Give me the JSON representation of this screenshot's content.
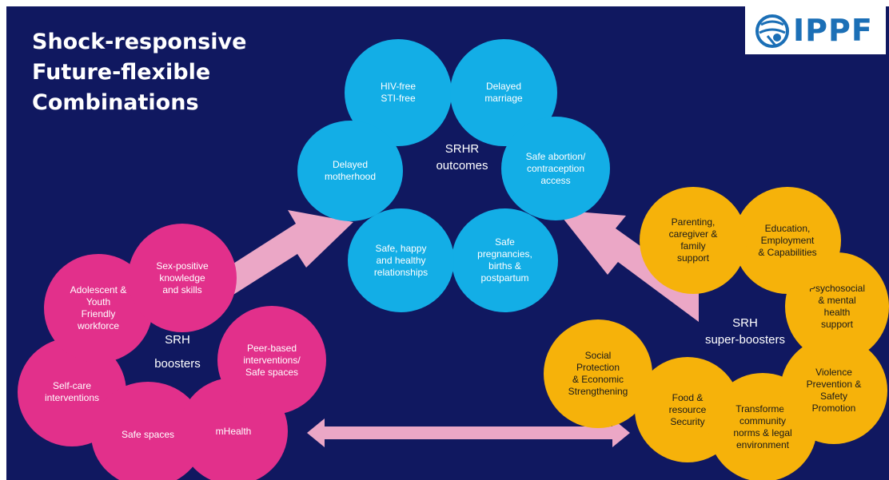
{
  "title": {
    "line1": "Shock-responsive",
    "line2": "Future-flexible",
    "line3": "Combinations"
  },
  "logo": {
    "text": "IPPF"
  },
  "center": {
    "label_line1": "SRHR",
    "label_line2": "outcomes",
    "outcomes": [
      [
        "HIV-free",
        "STI-free"
      ],
      [
        "Delayed",
        "marriage"
      ],
      [
        "Safe abortion/",
        "contraception",
        "access"
      ],
      [
        "Safe",
        "pregnancies,",
        "births &",
        "postpartum"
      ],
      [
        "Safe, happy",
        "and healthy",
        "relationships"
      ],
      [
        "Delayed",
        "motherhood"
      ]
    ]
  },
  "boosters": {
    "label_line1": "SRH",
    "label_line2": "boosters",
    "items": [
      [
        "Sex-positive",
        "knowledge",
        "and skills"
      ],
      [
        "Adolescent &",
        "Youth",
        "Friendly",
        "workforce"
      ],
      [
        "Self-care",
        "interventions"
      ],
      [
        "Safe spaces"
      ],
      [
        "mHealth"
      ],
      [
        "Peer-based",
        "interventions/",
        "Safe spaces"
      ]
    ]
  },
  "super_boosters": {
    "label_line1": "SRH",
    "label_line2": "super-boosters",
    "items": [
      [
        "Parenting,",
        "caregiver &",
        "family",
        "support"
      ],
      [
        "Education,",
        "Employment",
        "& Capabilities"
      ],
      [
        "Psychosocial",
        "& mental",
        "health",
        "support"
      ],
      [
        "Violence",
        "Prevention &",
        "Safety",
        "Promotion"
      ],
      [
        "Transformed",
        "community",
        "norms & legal",
        "environment"
      ],
      [
        "Food &",
        "resource",
        "Security"
      ],
      [
        "Social",
        "Protection",
        "& Economic",
        "Strengthening"
      ]
    ]
  },
  "colors": {
    "background": "#101860",
    "outcome_circle": "#13aee6",
    "booster_circle": "#e2308b",
    "super_booster_circle": "#f6b20a",
    "arrow": "#eba7c6",
    "logo_blue": "#1b6fb6"
  }
}
